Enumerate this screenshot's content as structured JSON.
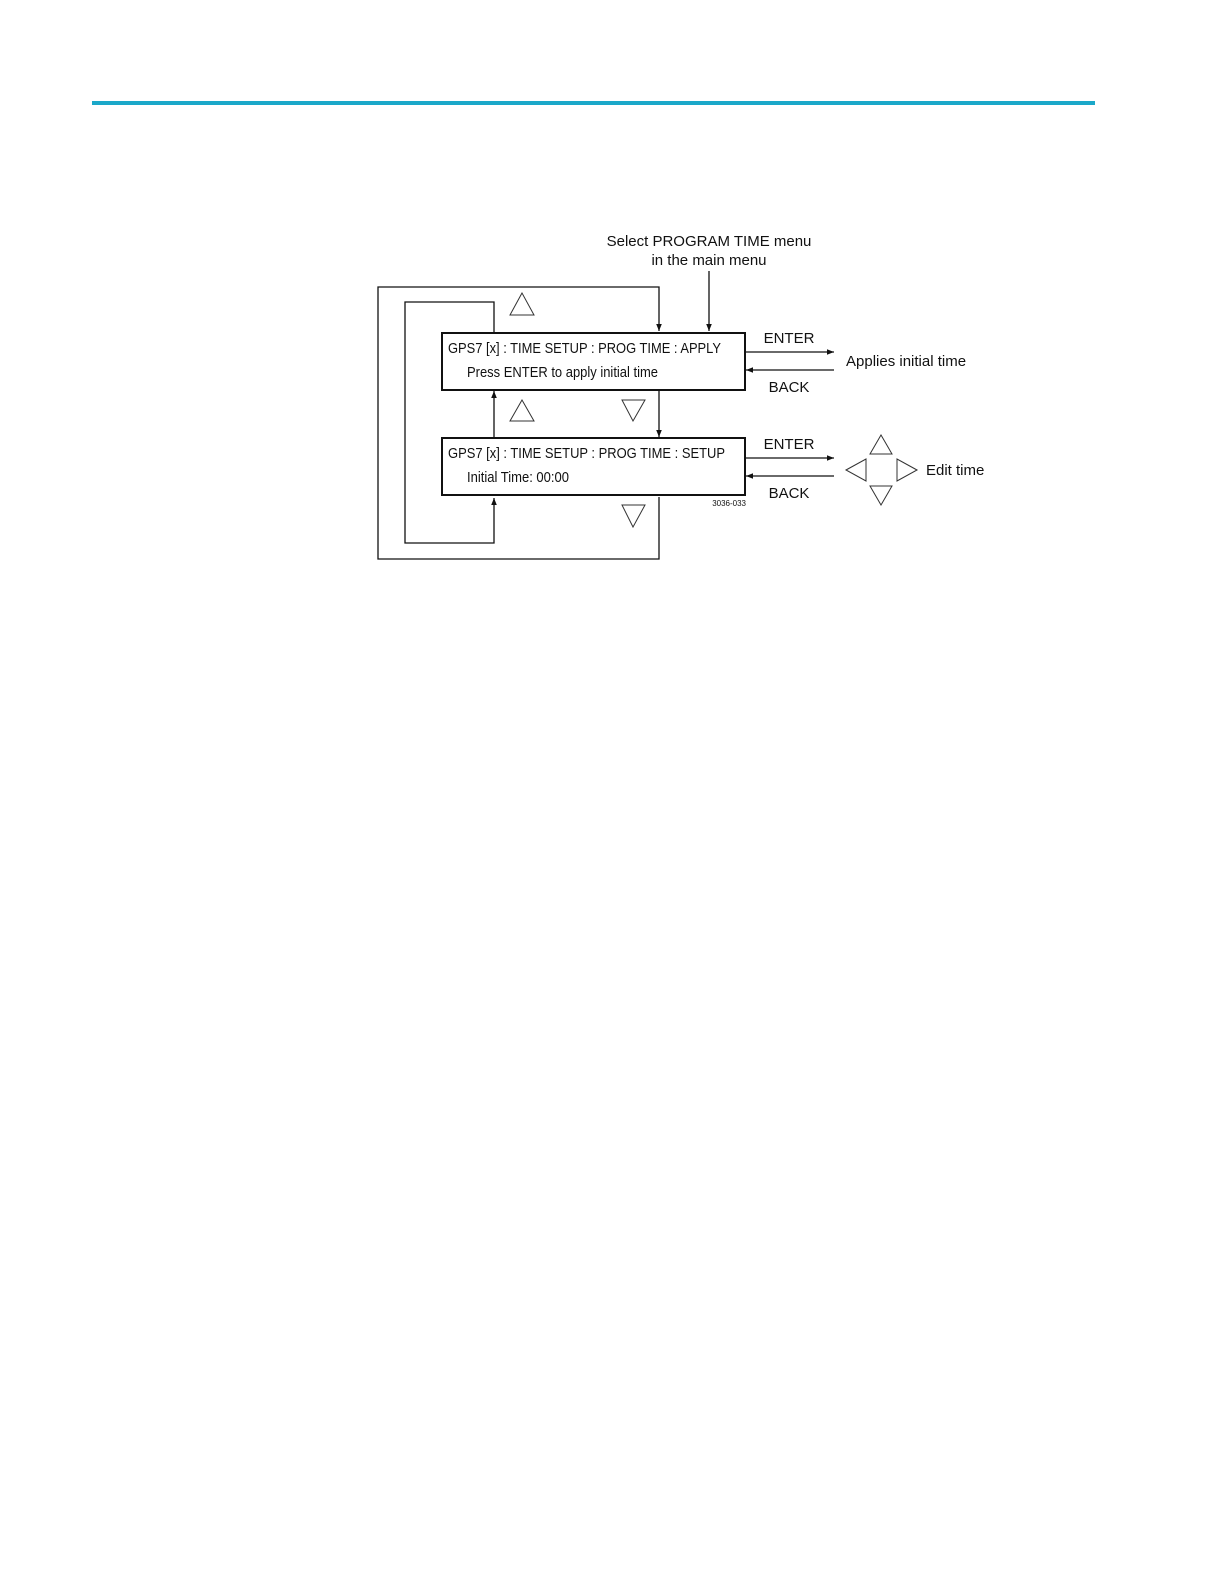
{
  "colors": {
    "rule": "#1ba8c9",
    "ink": "#111111"
  },
  "diagram": {
    "entry_line1": "Select PROGRAM TIME menu",
    "entry_line2": "in the main menu",
    "apply_box": {
      "title": "GPS7 [x] : TIME SETUP : PROG TIME : APPLY",
      "line": "Press ENTER to apply initial time"
    },
    "setup_box": {
      "title": "GPS7 [x] : TIME SETUP : PROG TIME : SETUP",
      "line": "Initial Time: 00:00"
    },
    "enter_label": "ENTER",
    "back_label": "BACK",
    "applies_result": "Applies initial time",
    "edit_result": "Edit time",
    "figure_id": "3036-033",
    "icons": [
      "up-arrow-icon",
      "down-arrow-icon",
      "left-arrow-icon",
      "right-arrow-icon"
    ]
  }
}
